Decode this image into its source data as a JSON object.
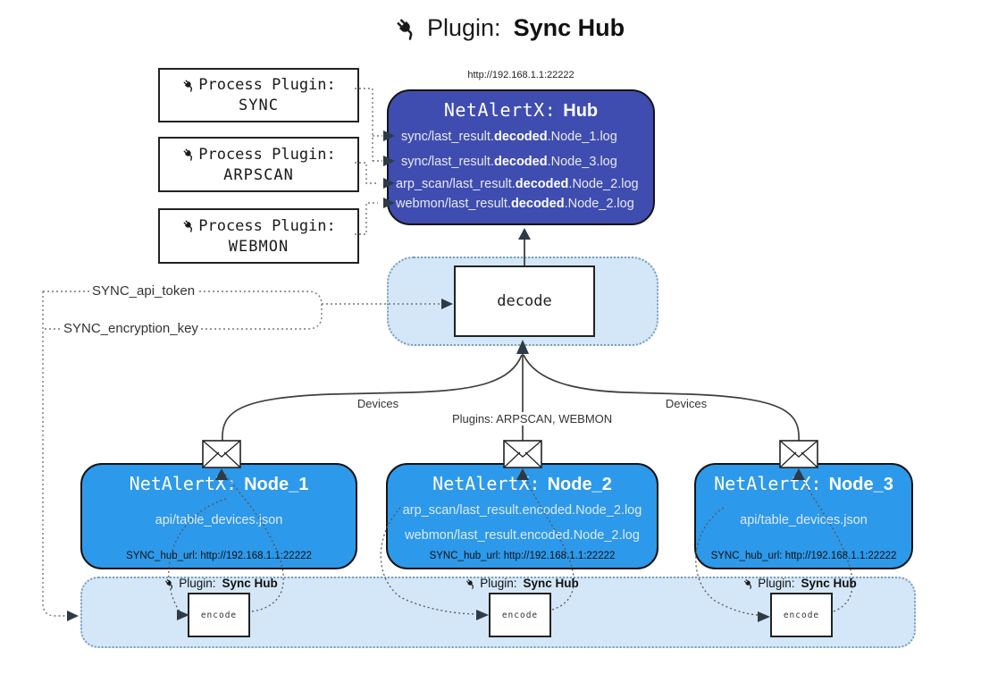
{
  "title": {
    "prefix": "Plugin:",
    "name": "Sync Hub"
  },
  "process_plugins": [
    {
      "label": "Process Plugin:",
      "name": "SYNC"
    },
    {
      "label": "Process Plugin:",
      "name": "ARPSCAN"
    },
    {
      "label": "Process Plugin:",
      "name": "WEBMON"
    }
  ],
  "hub": {
    "url": "http://192.168.1.1:22222",
    "title_prefix": "NetAlertX:",
    "title_name": "Hub",
    "logs": [
      {
        "pre": "sync/last_result.",
        "mid": "decoded",
        "post": ".Node_1.log"
      },
      {
        "pre": "sync/last_result.",
        "mid": "decoded",
        "post": ".Node_3.log"
      },
      {
        "pre": "arp_scan/last_result.",
        "mid": "decoded",
        "post": ".Node_2.log"
      },
      {
        "pre": "webmon/last_result.",
        "mid": "decoded",
        "post": ".Node_2.log"
      }
    ]
  },
  "decode_label": "decode",
  "settings": {
    "api_token": "SYNC_api_token",
    "encryption_key": "SYNC_encryption_key"
  },
  "edge_labels": {
    "devices_left": "Devices",
    "plugins_center": "Plugins: ARPSCAN, WEBMON",
    "devices_right": "Devices"
  },
  "nodes": [
    {
      "title_prefix": "NetAlertX:",
      "title_name": "Node_1",
      "files": [
        "api/table_devices.json"
      ],
      "hub_url": "SYNC_hub_url: http://192.168.1.1:22222"
    },
    {
      "title_prefix": "NetAlertX:",
      "title_name": "Node_2",
      "files": [
        "arp_scan/last_result.encoded.Node_2.log",
        "webmon/last_result.encoded.Node_2.log"
      ],
      "hub_url": "SYNC_hub_url: http://192.168.1.1:22222"
    },
    {
      "title_prefix": "NetAlertX:",
      "title_name": "Node_3",
      "files": [
        "api/table_devices.json"
      ],
      "hub_url": "SYNC_hub_url: http://192.168.1.1:22222"
    }
  ],
  "encoders": [
    {
      "plugin_prefix": "Plugin:",
      "plugin_name": "Sync Hub",
      "box_label": "encode"
    },
    {
      "plugin_prefix": "Plugin:",
      "plugin_name": "Sync Hub",
      "box_label": "encode"
    },
    {
      "plugin_prefix": "Plugin:",
      "plugin_name": "Sync Hub",
      "box_label": "encode"
    }
  ],
  "colors": {
    "hub_fill": "#3f4db0",
    "node_fill": "#2d99ea",
    "container_fill": "#d3e7f8",
    "container_border": "#7e9db8",
    "line_dark": "#3f3f3f"
  }
}
